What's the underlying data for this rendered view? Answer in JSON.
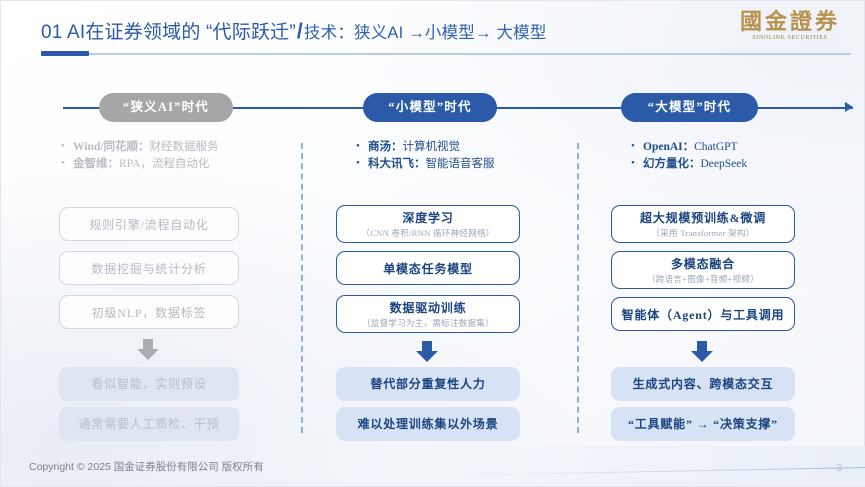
{
  "header": {
    "number": "01",
    "main_title": "AI在证券领域的 “代际跃迁”",
    "separator": "/",
    "sub_title": "技术：狭义AI →小模型→ 大模型",
    "logo_cn": "國金證券",
    "logo_en": "SINOLINK SECURITIES"
  },
  "timeline": {
    "stages": [
      {
        "label": "“狭义AI”时代",
        "color": "#a6a6a6"
      },
      {
        "label": "“小模型”时代",
        "color": "#2a5aa8"
      },
      {
        "label": "“大模型”时代",
        "color": "#2a5aa8"
      }
    ]
  },
  "columns": [
    {
      "id": "narrow-ai",
      "bullets": [
        {
          "bold": "Wind/同花顺：",
          "rest": "财经数据服务"
        },
        {
          "bold": "金智维：",
          "rest": "RPA，流程自动化"
        }
      ],
      "boxes": [
        {
          "main": "规则引擎/流程自动化",
          "sub": ""
        },
        {
          "main": "数据挖掘与统计分析",
          "sub": ""
        },
        {
          "main": "初级NLP，数据标签",
          "sub": ""
        }
      ],
      "outcomes": [
        "看似智能，实则预设",
        "通常需要人工质检、干预"
      ]
    },
    {
      "id": "small-model",
      "bullets": [
        {
          "bold": "商汤：",
          "rest": "计算机视觉"
        },
        {
          "bold": "科大讯飞：",
          "rest": "智能语音客服"
        }
      ],
      "boxes": [
        {
          "main": "深度学习",
          "sub": "（CNN 卷积/RNN 循环神经网络）"
        },
        {
          "main": "单模态任务模型",
          "sub": ""
        },
        {
          "main": "数据驱动训练",
          "sub": "（监督学习为主，需标注数据集）"
        }
      ],
      "outcomes": [
        "替代部分重复性人力",
        "难以处理训练集以外场景"
      ]
    },
    {
      "id": "large-model",
      "bullets": [
        {
          "bold": "OpenAI：",
          "rest": "ChatGPT"
        },
        {
          "bold": "幻方量化：",
          "rest": "DeepSeek"
        }
      ],
      "boxes": [
        {
          "main": "超大规模预训练&微调",
          "sub": "（采用 Transformer 架构）"
        },
        {
          "main": "多模态融合",
          "sub": "（跨语言+图像+音频+视频）"
        },
        {
          "main": "智能体（Agent）与工具调用",
          "sub": ""
        }
      ],
      "outcomes": [
        "生成式内容、跨模态交互",
        "“工具赋能” → “决策支撑”"
      ]
    }
  ],
  "footer": {
    "copyright": "Copyright © 2025 国金证券股份有限公司 版权所有",
    "page_number": "3"
  },
  "colors": {
    "brand_blue": "#2a5aa8",
    "muted_gray": "#a6a6a6",
    "logo_gold": "#b8924c"
  }
}
